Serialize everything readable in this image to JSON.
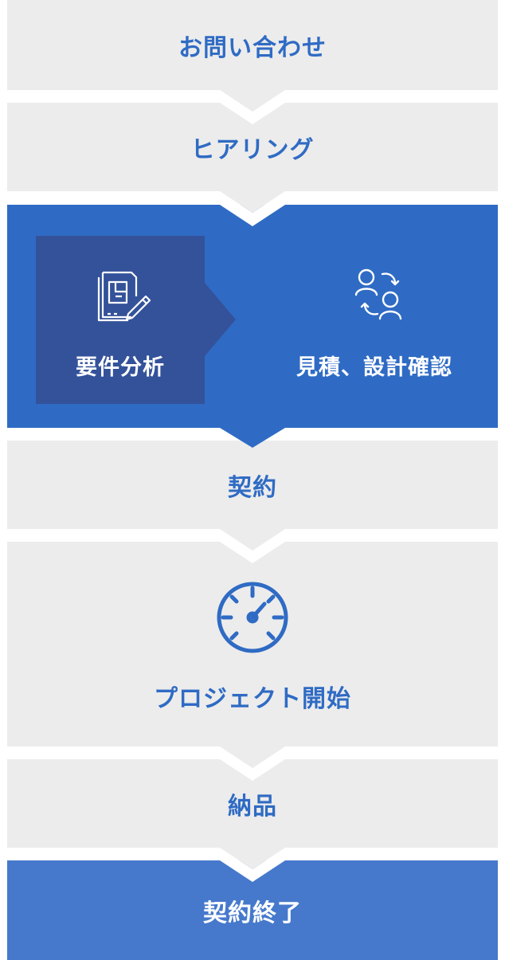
{
  "steps": [
    {
      "label": "お問い合わせ"
    },
    {
      "label": "ヒアリング"
    },
    {
      "label": "契約"
    },
    {
      "label": "プロジェクト開始"
    },
    {
      "label": "納品"
    },
    {
      "label": "契約終了"
    }
  ],
  "phase": {
    "left_label": "要件分析",
    "left_icon": "blueprint-pencil-icon",
    "right_label": "見積、設計確認",
    "right_icon": "user-exchange-icon"
  },
  "start_icon": "speedometer-icon",
  "colors": {
    "gray_bg": "#ececec",
    "accent": "#2f6bc4",
    "dark_blue": "#34529a",
    "final_blue": "#4679cc"
  }
}
